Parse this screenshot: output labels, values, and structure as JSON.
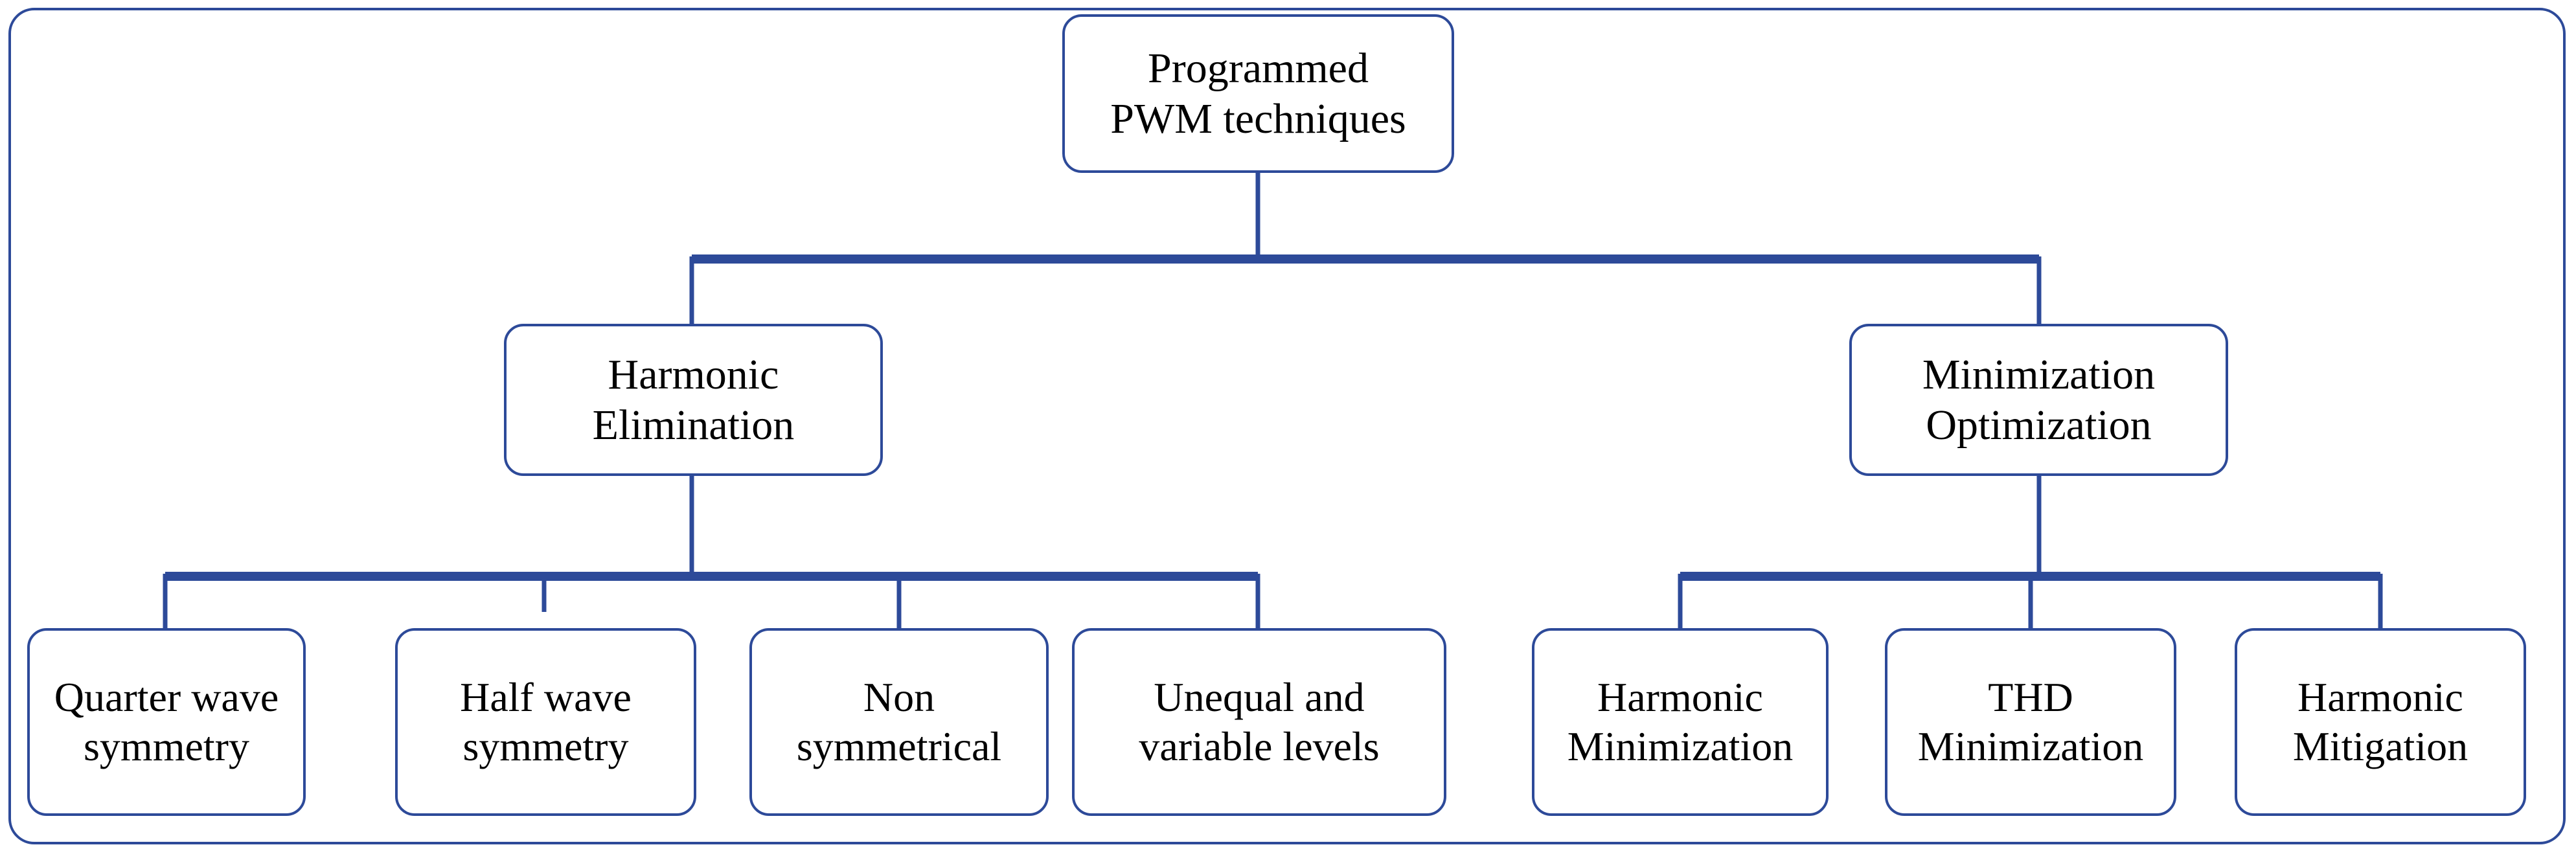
{
  "diagram": {
    "type": "tree",
    "orientation": "top-down",
    "colors": {
      "line": "#2d4a99",
      "box_border": "#2d4a99",
      "box_fill": "#ffffff",
      "text": "#000000",
      "frame": "#2d4a99"
    },
    "root": {
      "id": "programmed-pwm-techniques",
      "label": "Programmed\nPWM techniques"
    },
    "level2": [
      {
        "id": "harmonic-elimination",
        "label": "Harmonic\nElimination"
      },
      {
        "id": "minimization-optimization",
        "label": "Minimization\nOptimization"
      }
    ],
    "leaves_left": [
      {
        "id": "quarter-wave-symmetry",
        "label": "Quarter wave\nsymmetry"
      },
      {
        "id": "half-wave-symmetry",
        "label": "Half wave\nsymmetry"
      },
      {
        "id": "non-symmetrical",
        "label": "Non\nsymmetrical"
      },
      {
        "id": "unequal-variable-levels",
        "label": "Unequal and\nvariable levels"
      }
    ],
    "leaves_right": [
      {
        "id": "harmonic-minimization",
        "label": "Harmonic\nMinimization"
      },
      {
        "id": "thd-minimization",
        "label": "THD\nMinimization"
      },
      {
        "id": "harmonic-mitigation",
        "label": "Harmonic\nMitigation"
      }
    ]
  }
}
